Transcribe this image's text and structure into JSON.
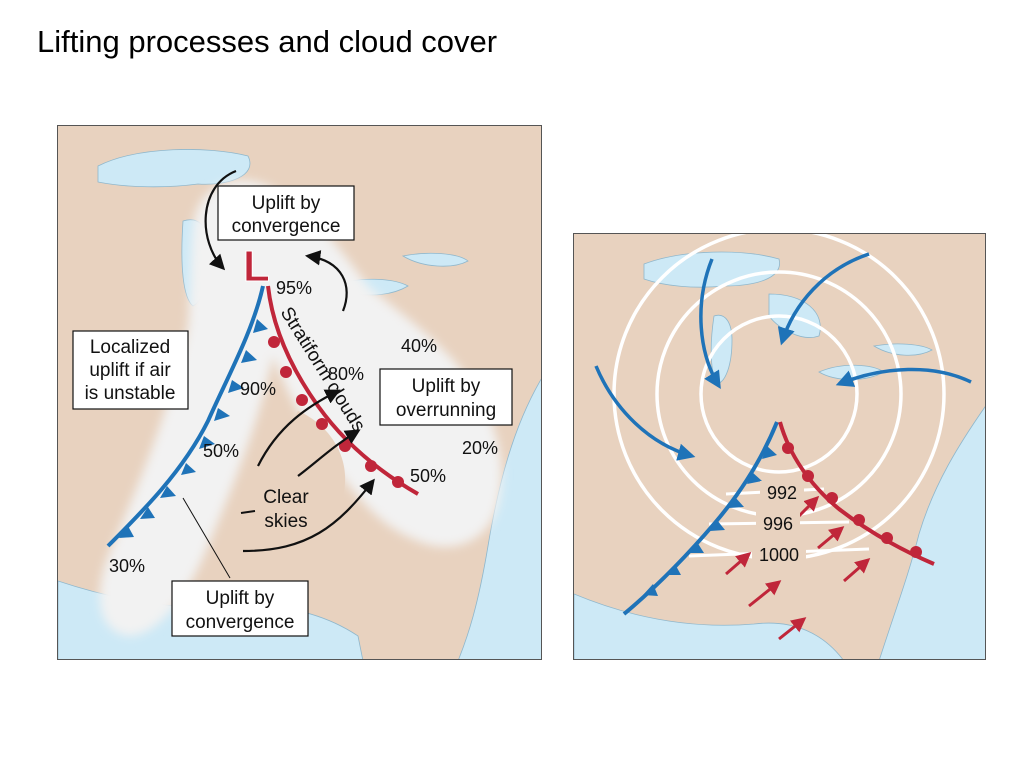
{
  "slide": {
    "title": "Lifting processes and cloud cover"
  },
  "colors": {
    "land": "#e8d2bf",
    "water": "#cde9f6",
    "cloud": "#f2f2f2",
    "cold_front": "#1f73b8",
    "warm_front": "#c0263a",
    "low_marker": "#c0263a",
    "flow_arrow": "#1f73b8",
    "warm_arrow": "#c0263a",
    "isobar": "#ffffff"
  },
  "left_panel": {
    "low_symbol": "L",
    "boxes": {
      "top": [
        "Uplift by",
        "convergence"
      ],
      "localized": [
        "Localized",
        "uplift if air",
        "is unstable"
      ],
      "overrunning": [
        "Uplift by",
        "overrunning"
      ],
      "bottom": [
        "Uplift by",
        "convergence"
      ]
    },
    "labels": {
      "clear_skies": [
        "Clear",
        "skies"
      ],
      "stratiform": "Stratiform clouds"
    },
    "percents": {
      "p95": "95%",
      "p40": "40%",
      "p80": "80%",
      "p90": "90%",
      "p50_left": "50%",
      "p20": "20%",
      "p50_right": "50%",
      "p30": "30%"
    }
  },
  "right_panel": {
    "isobars": [
      "992",
      "996",
      "1000"
    ]
  }
}
